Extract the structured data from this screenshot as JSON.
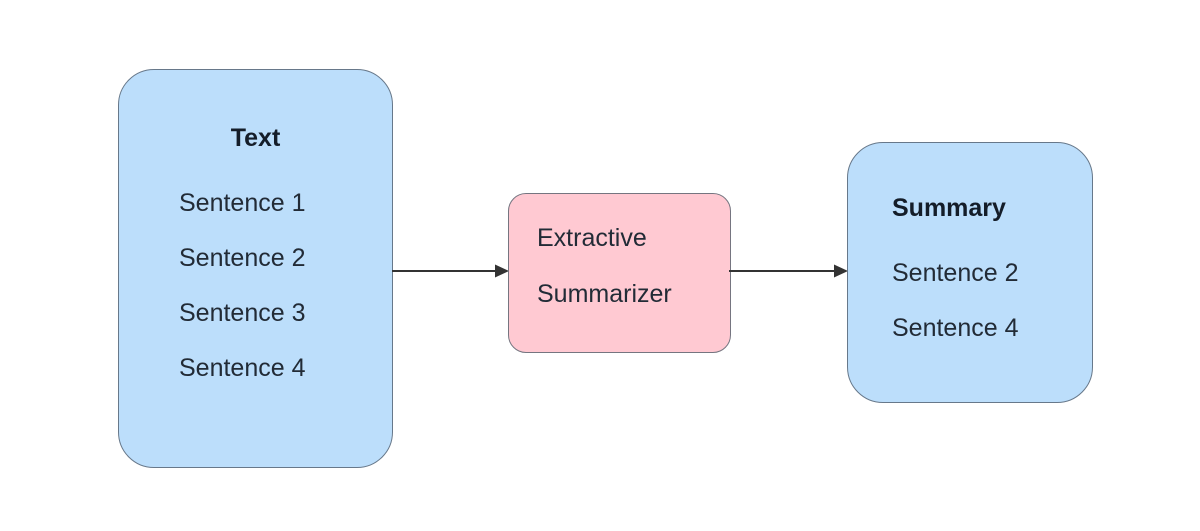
{
  "diagram": {
    "title_hint": "Extractive summarization flow diagram",
    "colors": {
      "background": "#ffffff",
      "node_blue_fill": "#bcdefb",
      "node_blue_border": "#67788a",
      "node_pink_fill": "#ffc9d2",
      "node_pink_border": "#757580",
      "text": "#1b2430",
      "arrow": "#333333"
    },
    "nodes": {
      "text_box": {
        "title": "Text",
        "items": [
          "Sentence 1",
          "Sentence 2",
          "Sentence 3",
          "Sentence 4"
        ]
      },
      "summarizer_box": {
        "line1": "Extractive",
        "line2": "Summarizer"
      },
      "summary_box": {
        "title": "Summary",
        "items": [
          "Sentence 2",
          "Sentence 4"
        ]
      }
    },
    "connections": [
      {
        "from": "Text",
        "to": "Extractive Summarizer"
      },
      {
        "from": "Extractive Summarizer",
        "to": "Summary"
      }
    ]
  }
}
